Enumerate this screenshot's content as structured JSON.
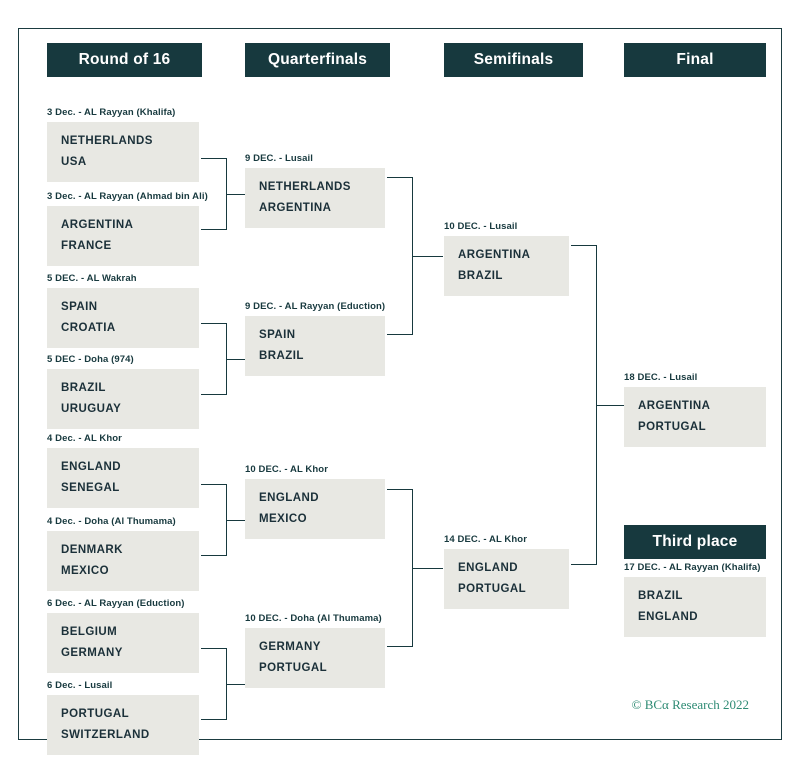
{
  "frame": {
    "accent_dark": "#17393e",
    "box_fill": "#e8e8e3",
    "credit_color": "#2e8b74"
  },
  "headers": [
    {
      "label": "Round of 16"
    },
    {
      "label": "Quarterfinals"
    },
    {
      "label": "Semifinals"
    },
    {
      "label": "Final"
    },
    {
      "label": "Third place"
    }
  ],
  "round_of_16": [
    {
      "date": "3 Dec. - AL Rayyan (Khalifa)",
      "teams": [
        "NETHERLANDS",
        "USA"
      ]
    },
    {
      "date": "3 Dec. - AL Rayyan (Ahmad bin Ali)",
      "teams": [
        "ARGENTINA",
        "FRANCE"
      ]
    },
    {
      "date": "5 DEC. - AL Wakrah",
      "teams": [
        "SPAIN",
        "CROATIA"
      ]
    },
    {
      "date": "5 DEC - Doha (974)",
      "teams": [
        "BRAZIL",
        "URUGUAY"
      ]
    },
    {
      "date": "4 Dec. - AL Khor",
      "teams": [
        "ENGLAND",
        "SENEGAL"
      ]
    },
    {
      "date": "4 Dec. - Doha (Al Thumama)",
      "teams": [
        "DENMARK",
        "MEXICO"
      ]
    },
    {
      "date": "6 Dec. - AL Rayyan (Eduction)",
      "teams": [
        "BELGIUM",
        "GERMANY"
      ]
    },
    {
      "date": "6 Dec. - Lusail",
      "teams": [
        "PORTUGAL",
        "SWITZERLAND"
      ]
    }
  ],
  "quarterfinals": [
    {
      "date": "9 DEC. - Lusail",
      "teams": [
        "NETHERLANDS",
        "ARGENTINA"
      ]
    },
    {
      "date": "9 DEC. - AL Rayyan (Eduction)",
      "teams": [
        "SPAIN",
        "BRAZIL"
      ]
    },
    {
      "date": "10 DEC. - AL Khor",
      "teams": [
        "ENGLAND",
        "MEXICO"
      ]
    },
    {
      "date": "10 DEC. - Doha (Al Thumama)",
      "teams": [
        "GERMANY",
        "PORTUGAL"
      ]
    }
  ],
  "semifinals": [
    {
      "date": "10 DEC. - Lusail",
      "teams": [
        "ARGENTINA",
        "BRAZIL"
      ]
    },
    {
      "date": "14 DEC. - AL Khor",
      "teams": [
        "ENGLAND",
        "PORTUGAL"
      ]
    }
  ],
  "final": {
    "date": "18 DEC. - Lusail",
    "teams": [
      "ARGENTINA",
      "PORTUGAL"
    ]
  },
  "third_place": {
    "date": "17 DEC. - AL Rayyan (Khalifa)",
    "teams": [
      "BRAZIL",
      "ENGLAND"
    ]
  },
  "credit": "© BCα Research 2022"
}
